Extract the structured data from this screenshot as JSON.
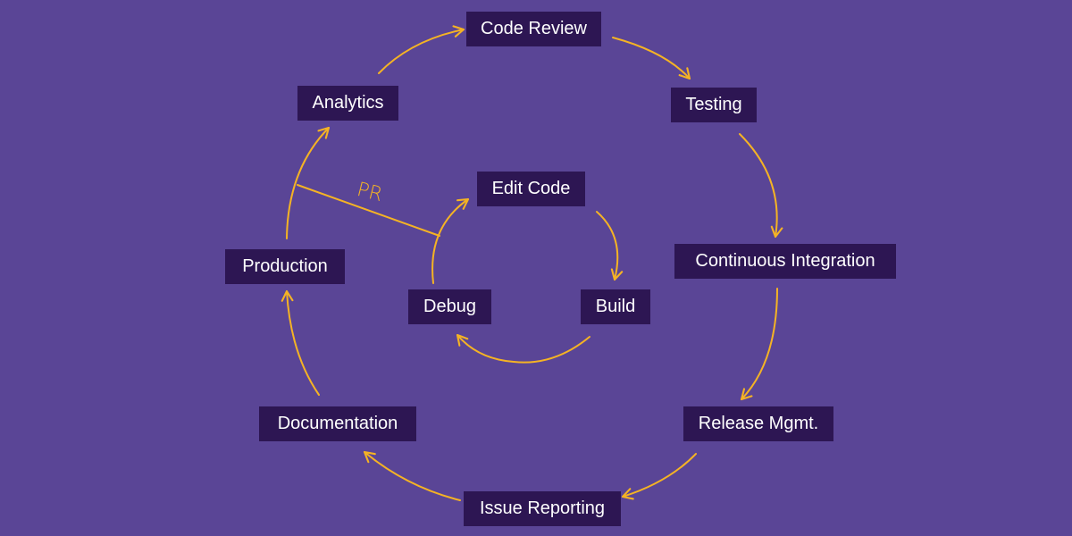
{
  "theme": {
    "background": "#5a4596",
    "box_fill": "#2d1653",
    "box_text": "#ffffff",
    "arrow_color": "#f5b324"
  },
  "outer_cycle": [
    "Code Review",
    "Testing",
    "Continuous Integration",
    "Release Mgmt.",
    "Issue Reporting",
    "Documentation",
    "Production",
    "Analytics"
  ],
  "inner_cycle": [
    "Edit Code",
    "Build",
    "Debug"
  ],
  "connector_label": "PR"
}
